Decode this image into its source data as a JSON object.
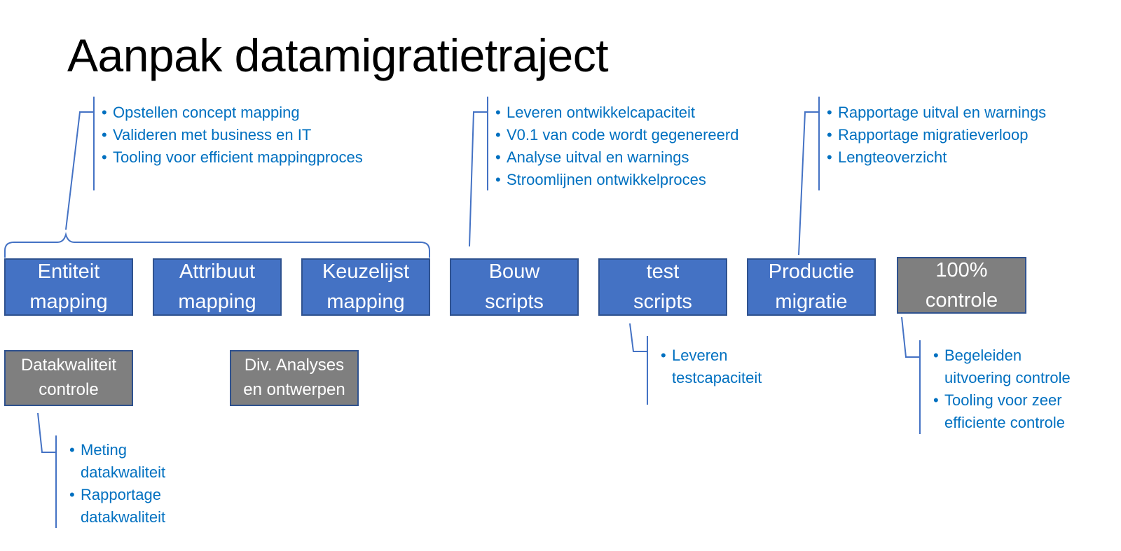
{
  "title": "Aanpak datamigratietraject",
  "boxes": {
    "entiteit": "Entiteit\nmapping",
    "attribuut": "Attribuut\nmapping",
    "keuzelijst": "Keuzelijst\nmapping",
    "bouw": "Bouw\nscripts",
    "test": "test\nscripts",
    "productie": "Productie\nmigratie",
    "controle": "100%\ncontrole",
    "datakwaliteit": "Datakwaliteit\ncontrole",
    "analyses": "Div. Analyses\nen ontwerpen"
  },
  "notes": {
    "mapping": [
      "Opstellen  concept mapping",
      "Valideren met business en IT",
      "Tooling voor efficient mappingproces"
    ],
    "bouw": [
      "Leveren ontwikkelcapaciteit",
      "V0.1 van code wordt gegenereerd",
      "Analyse uitval en warnings",
      "Stroomlijnen ontwikkelproces"
    ],
    "productie": [
      "Rapportage uitval en warnings",
      "Rapportage migratieverloop",
      "Lengteoverzicht"
    ],
    "test": [
      "Leveren\ntestcapaciteit"
    ],
    "controle": [
      "Begeleiden\nuitvoering controle",
      "Tooling voor  zeer\nefficiente controle"
    ],
    "datakwaliteit": [
      "Meting\ndatakwaliteit",
      "Rapportage\ndatakwaliteit"
    ]
  },
  "bullet": "•",
  "colors": {
    "box_blue": "#4472C4",
    "box_gray": "#7F7F7F",
    "box_border": "#2F528F",
    "note_text": "#0070C0",
    "connector": "#4472C4"
  }
}
